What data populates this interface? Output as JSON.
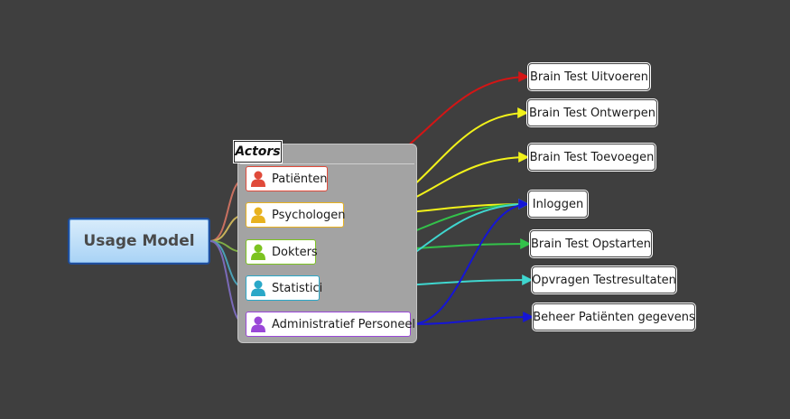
{
  "root": {
    "label": "Usage Model"
  },
  "group": {
    "title": "Actors"
  },
  "actors": [
    {
      "label": "Patiënten",
      "icon": "person-icon",
      "color": "#e04a3a"
    },
    {
      "label": "Psychologen",
      "icon": "person-icon",
      "color": "#e8b21f"
    },
    {
      "label": "Dokters",
      "icon": "person-icon",
      "color": "#7cc320"
    },
    {
      "label": "Statistici",
      "icon": "person-icon",
      "color": "#2aa8c8"
    },
    {
      "label": "Administratief Personeel",
      "icon": "person-icon",
      "color": "#9a47d8"
    }
  ],
  "targets": [
    {
      "label": "Brain Test Uitvoeren"
    },
    {
      "label": "Brain Test Ontwerpen"
    },
    {
      "label": "Brain Test Toevoegen"
    },
    {
      "label": "Inloggen"
    },
    {
      "label": "Brain Test Opstarten"
    },
    {
      "label": "Opvragen Testresultaten"
    },
    {
      "label": "Beheer Patiënten gegevens"
    }
  ],
  "links": [
    {
      "from": "Patiënten",
      "to": "Brain Test Uitvoeren",
      "color": "#d41515"
    },
    {
      "from": "Psychologen",
      "to": "Brain Test Ontwerpen",
      "color": "#f2f21a"
    },
    {
      "from": "Psychologen",
      "to": "Brain Test Toevoegen",
      "color": "#f2f21a"
    },
    {
      "from": "Psychologen",
      "to": "Inloggen",
      "color": "#f2f21a"
    },
    {
      "from": "Dokters",
      "to": "Inloggen",
      "color": "#33c24a"
    },
    {
      "from": "Dokters",
      "to": "Brain Test Opstarten",
      "color": "#33c24a"
    },
    {
      "from": "Statistici",
      "to": "Inloggen",
      "color": "#3fd6cf"
    },
    {
      "from": "Statistici",
      "to": "Opvragen Testresultaten",
      "color": "#3fd6cf"
    },
    {
      "from": "Administratief Personeel",
      "to": "Inloggen",
      "color": "#1515d6"
    },
    {
      "from": "Administratief Personeel",
      "to": "Beheer Patiënten gegevens",
      "color": "#1515d6"
    }
  ],
  "branch_colors": [
    "#c87060",
    "#c9b25a",
    "#7fae45",
    "#4aa0b5",
    "#7a6ab8"
  ]
}
